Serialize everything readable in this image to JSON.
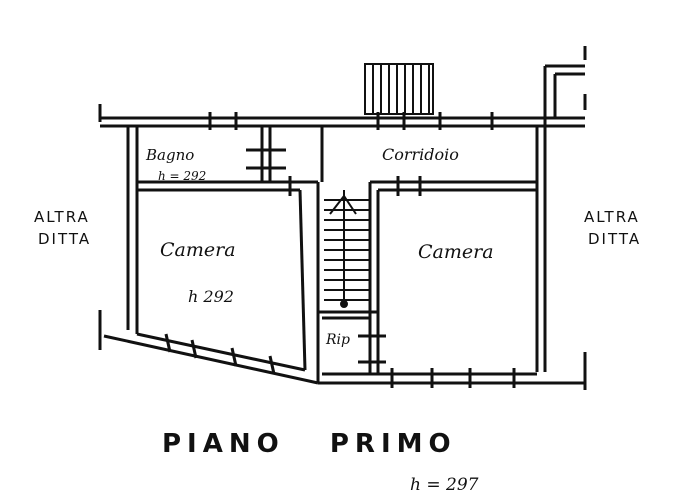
{
  "labels": {
    "bathroom": "Bagno",
    "bathroom_height": "h = 292",
    "corridor": "Corridoio",
    "room_left": "Camera",
    "room_left_height": "h 292",
    "room_right": "Camera",
    "storage": "Rip",
    "neighbor_left_line1": "ALTRA",
    "neighbor_left_line2": "DITTA",
    "neighbor_right_line1": "ALTRA",
    "neighbor_right_line2": "DITTA",
    "floor_title": "PIANO   PRIMO",
    "floor_height": "h = 297"
  },
  "colors": {
    "ink": "#111111",
    "paper": "#ffffff"
  }
}
